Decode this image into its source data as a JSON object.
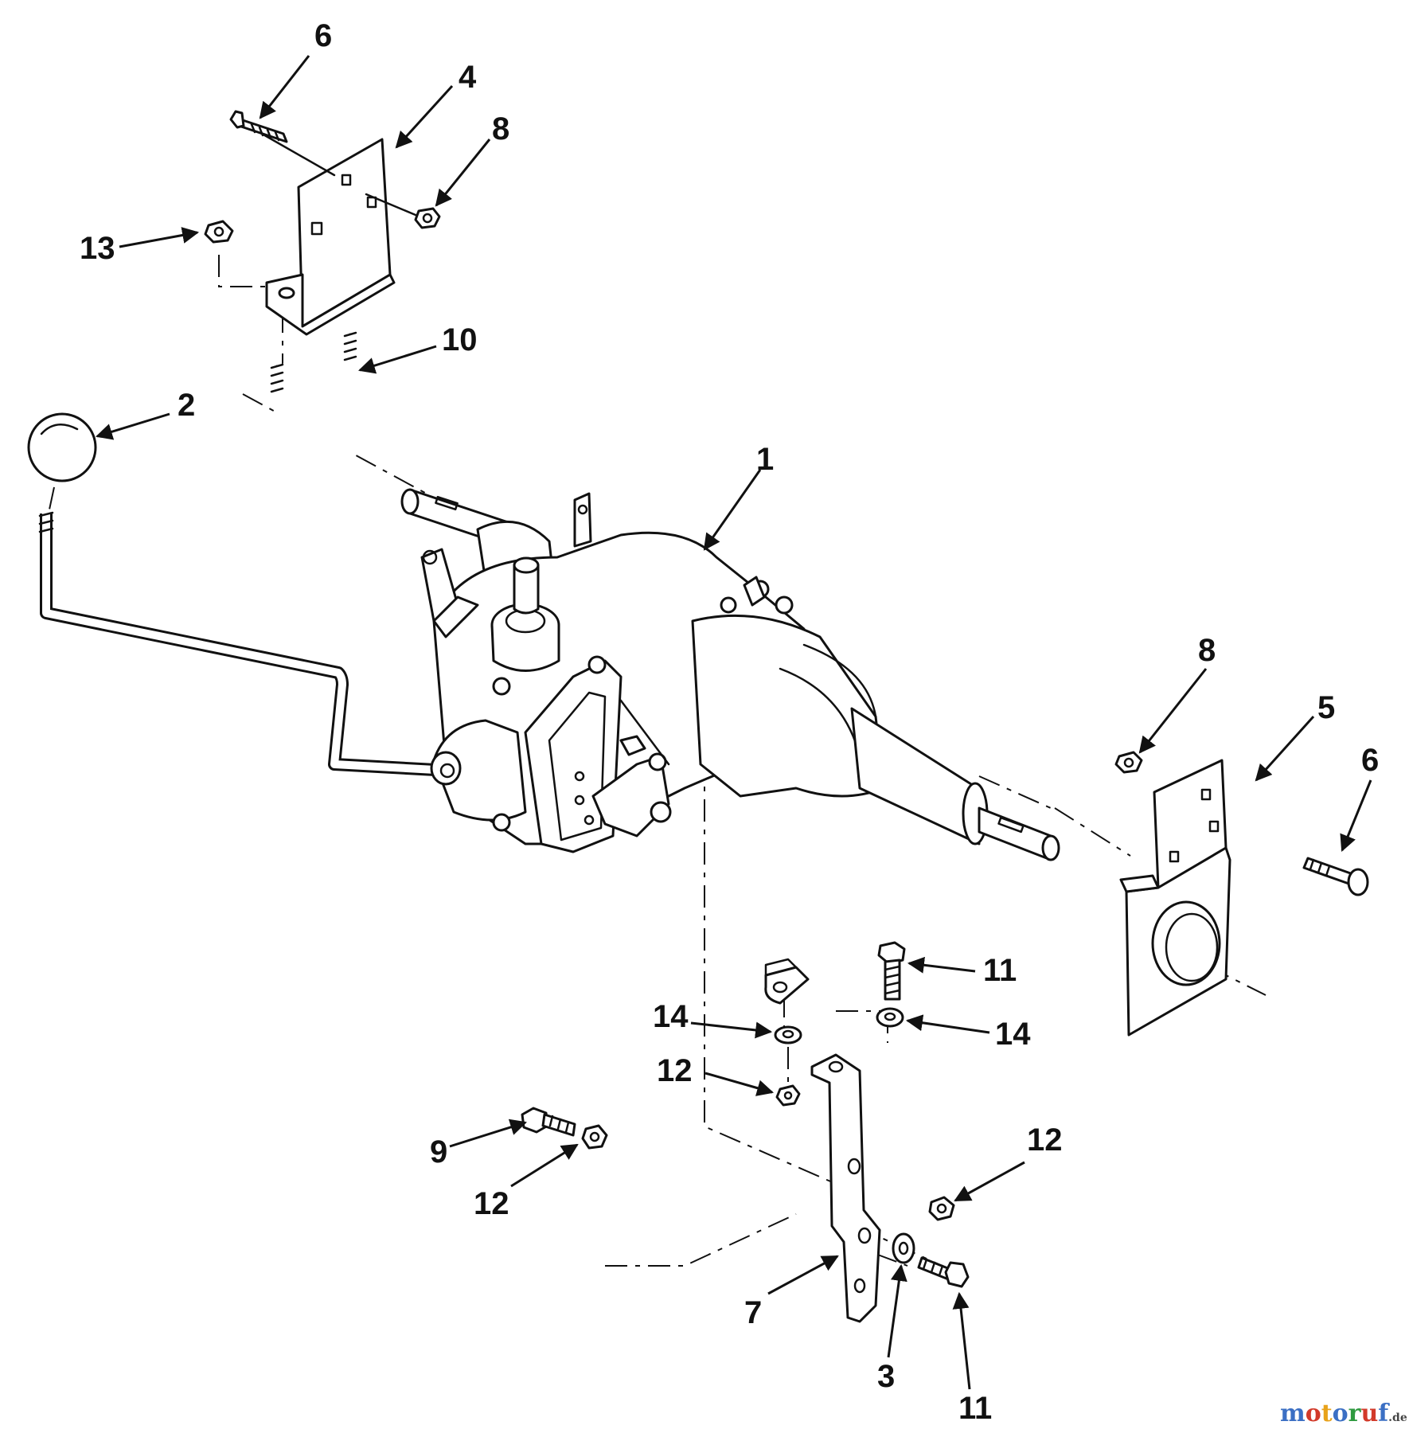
{
  "callouts": [
    {
      "id": "c1",
      "label": "1"
    },
    {
      "id": "c2",
      "label": "2"
    },
    {
      "id": "c3",
      "label": "3"
    },
    {
      "id": "c4",
      "label": "4"
    },
    {
      "id": "c5",
      "label": "5"
    },
    {
      "id": "c6a",
      "label": "6"
    },
    {
      "id": "c6b",
      "label": "6"
    },
    {
      "id": "c7",
      "label": "7"
    },
    {
      "id": "c8a",
      "label": "8"
    },
    {
      "id": "c8b",
      "label": "8"
    },
    {
      "id": "c9",
      "label": "9"
    },
    {
      "id": "c10",
      "label": "10"
    },
    {
      "id": "c11a",
      "label": "11"
    },
    {
      "id": "c11b",
      "label": "11"
    },
    {
      "id": "c12a",
      "label": "12"
    },
    {
      "id": "c12b",
      "label": "12"
    },
    {
      "id": "c12c",
      "label": "12"
    },
    {
      "id": "c13",
      "label": "13"
    },
    {
      "id": "c14a",
      "label": "14"
    },
    {
      "id": "c14b",
      "label": "14"
    }
  ],
  "watermark": {
    "text": "motoruf",
    "suffix": ".de",
    "colors": [
      "#3b6fc4",
      "#d23a2a",
      "#e8a21a",
      "#3b6fc4",
      "#2e9a3f",
      "#d23a2a",
      "#3b6fc4"
    ]
  }
}
